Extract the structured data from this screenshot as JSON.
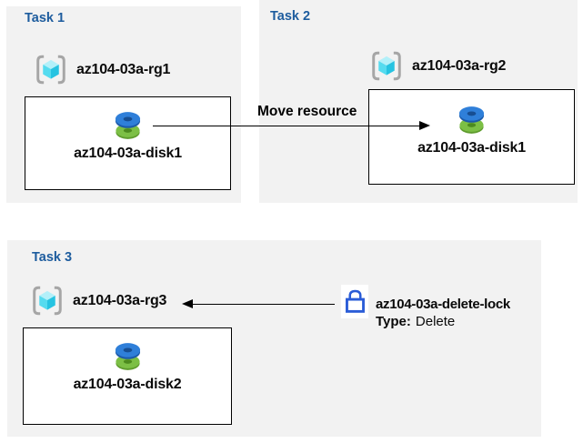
{
  "diagram": {
    "tasks": [
      {
        "title": "Task 1",
        "resource_group": {
          "name": "az104-03a-rg1",
          "icon": "resource-group-icon"
        },
        "resources": [
          {
            "name": "az104-03a-disk1",
            "icon": "disk-icon"
          }
        ]
      },
      {
        "title": "Task 2",
        "resource_group": {
          "name": "az104-03a-rg2",
          "icon": "resource-group-icon"
        },
        "resources": [
          {
            "name": "az104-03a-disk1",
            "icon": "disk-icon"
          }
        ]
      },
      {
        "title": "Task 3",
        "resource_group": {
          "name": "az104-03a-rg3",
          "icon": "resource-group-icon"
        },
        "resources": [
          {
            "name": "az104-03a-disk2",
            "icon": "disk-icon"
          }
        ]
      }
    ],
    "move_arrow": {
      "label": "Move resource",
      "direction": "right"
    },
    "lock": {
      "name": "az104-03a-delete-lock",
      "type_label": "Type:",
      "type_value": "Delete",
      "icon": "lock-icon",
      "arrow_direction": "left"
    },
    "colors": {
      "panel_background": "#f2f2f2",
      "task_title": "#1d5c9e",
      "disk_blue": "#2f7fd9",
      "disk_green": "#7cbf45",
      "cube_cyan": "#26c3e1",
      "bracket_gray": "#a6a6a6",
      "lock_blue": "#2a5cd7",
      "line_black": "#000000"
    }
  }
}
